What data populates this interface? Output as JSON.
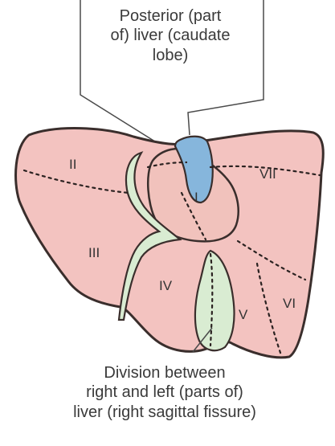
{
  "labels": {
    "caudate": [
      "Posterior (part",
      "of) liver (caudate",
      "lobe)"
    ],
    "fissure": [
      "Division between",
      "right and left (parts of)",
      "liver (right sagittal fissure)"
    ]
  },
  "segments": {
    "ii": "II",
    "iii": "III",
    "i": "I",
    "iv": "IV",
    "v": "V",
    "vi": "VI",
    "vii": "VII"
  },
  "colors": {
    "liver_fill": "#f3c3c0",
    "caudate_fill": "#f1c2bc",
    "vessel_fill": "#d9ecd2",
    "ivc_fill": "#86b6dc",
    "outline": "#3a2e2c",
    "text": "#3a3a3a"
  }
}
